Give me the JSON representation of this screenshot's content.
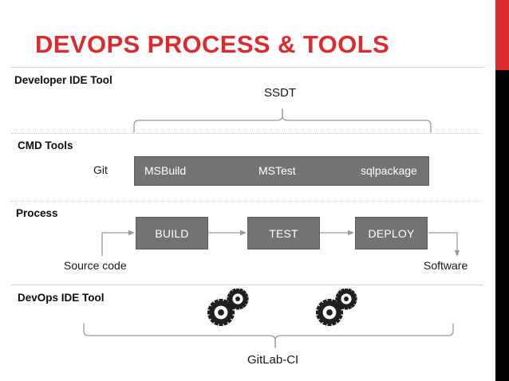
{
  "slide": {
    "title": "DEVOPS PROCESS & TOOLS",
    "accent_red": "#dc2b2f",
    "accent_black": "#030303",
    "box_grey": "#737373",
    "connector_grey": "#9a9a9a"
  },
  "rows": [
    {
      "key": "developer_ide",
      "label": "Developer IDE Tool"
    },
    {
      "key": "cmd_tools",
      "label": "CMD Tools"
    },
    {
      "key": "process",
      "label": "Process"
    },
    {
      "key": "devops_ide",
      "label": "DevOps IDE Tool"
    }
  ],
  "developer_ide": {
    "bracket_label": "SSDT"
  },
  "cmd_tools": {
    "scm_label": "Git",
    "tools": [
      {
        "name": "msbuild",
        "label": "MSBuild"
      },
      {
        "name": "mstest",
        "label": "MSTest"
      },
      {
        "name": "sqlpackage",
        "label": "sqlpackage"
      }
    ]
  },
  "process": {
    "stages": [
      {
        "name": "build",
        "label": "BUILD"
      },
      {
        "name": "test",
        "label": "TEST"
      },
      {
        "name": "deploy",
        "label": "DEPLOY"
      }
    ],
    "input_label": "Source code",
    "output_label": "Software"
  },
  "devops_ide": {
    "bracket_label": "GitLab-CI",
    "gear_icons": [
      "gears-icon",
      "gears-icon"
    ]
  }
}
